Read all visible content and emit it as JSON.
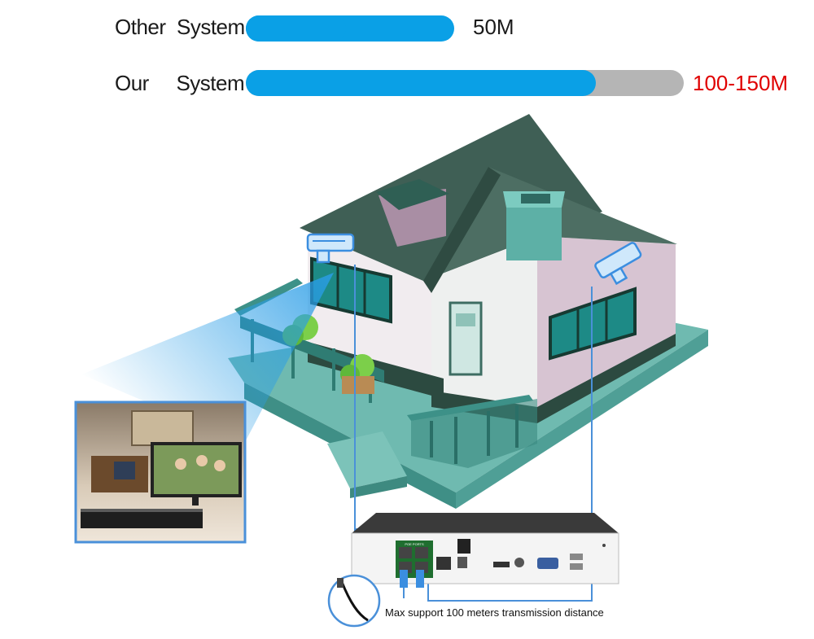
{
  "comparison": {
    "other": {
      "word1": "Other",
      "word2": "System",
      "value": "50M",
      "fill": 0.48
    },
    "ours": {
      "word1": "Our",
      "word2": "System",
      "value": "100-150M",
      "fill": 0.8
    }
  },
  "nvr": {
    "poe_label": "POE PORTS"
  },
  "caption": "Max support 100 meters transmission distance",
  "colors": {
    "bar_fill": "#0aa0e6",
    "bar_track": "#b5b5b5",
    "highlight_value": "#e00000",
    "roof": "#3f5f55",
    "wall": "#e3d6dc",
    "base": "#58aaa0",
    "cable": "#4a90d9"
  }
}
